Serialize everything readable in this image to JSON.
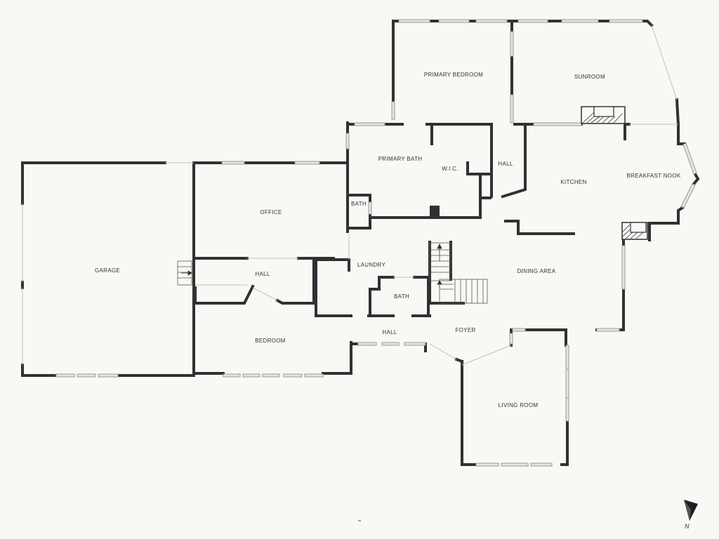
{
  "rooms": {
    "primary_bedroom": "PRIMARY BEDROOM",
    "sunroom": "SUNROOM",
    "primary_bath": "PRIMARY BATH",
    "wic": "W.I.C.",
    "hall_upper": "HALL",
    "kitchen": "KITCHEN",
    "breakfast_nook": "BREAKFAST NOOK",
    "office": "OFFICE",
    "bath_small": "BATH",
    "garage": "GARAGE",
    "hall_left": "HALL",
    "laundry": "LAUNDRY",
    "dining_area": "DINING AREA",
    "bath_center": "BATH",
    "hall_lower": "HALL",
    "foyer": "FOYER",
    "bedroom": "BEDROOM",
    "living_room": "LIVING ROOM"
  },
  "compass": {
    "label": "N"
  },
  "colors": {
    "wall": "#2f3133",
    "background": "#f8f8f4",
    "window": "#cfcfcf",
    "text": "#333333"
  }
}
